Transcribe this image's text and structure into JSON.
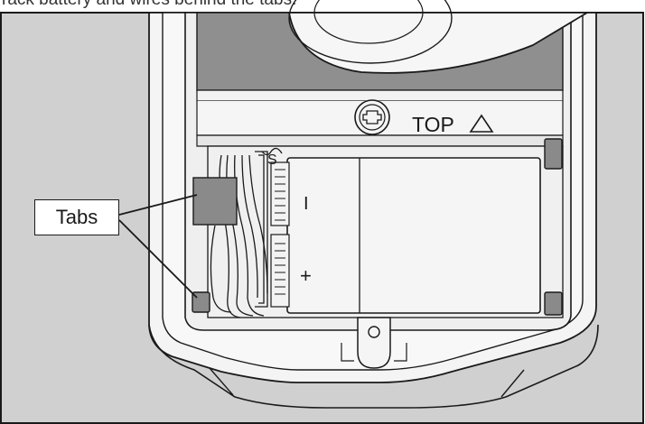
{
  "caption": "rack battery and wires behind the tabs.",
  "callout_label": "Tabs",
  "stamped_label": "TOP",
  "battery_minus": "I",
  "battery_plus": "+",
  "wire_marking": "S",
  "colors": {
    "background_gray": "#d0d0d0",
    "housing_fill": "#f2f2f2",
    "dark_panel": "#8f8f8f",
    "tab_fill": "#8a8a8a",
    "outline": "#1a1a1a"
  }
}
